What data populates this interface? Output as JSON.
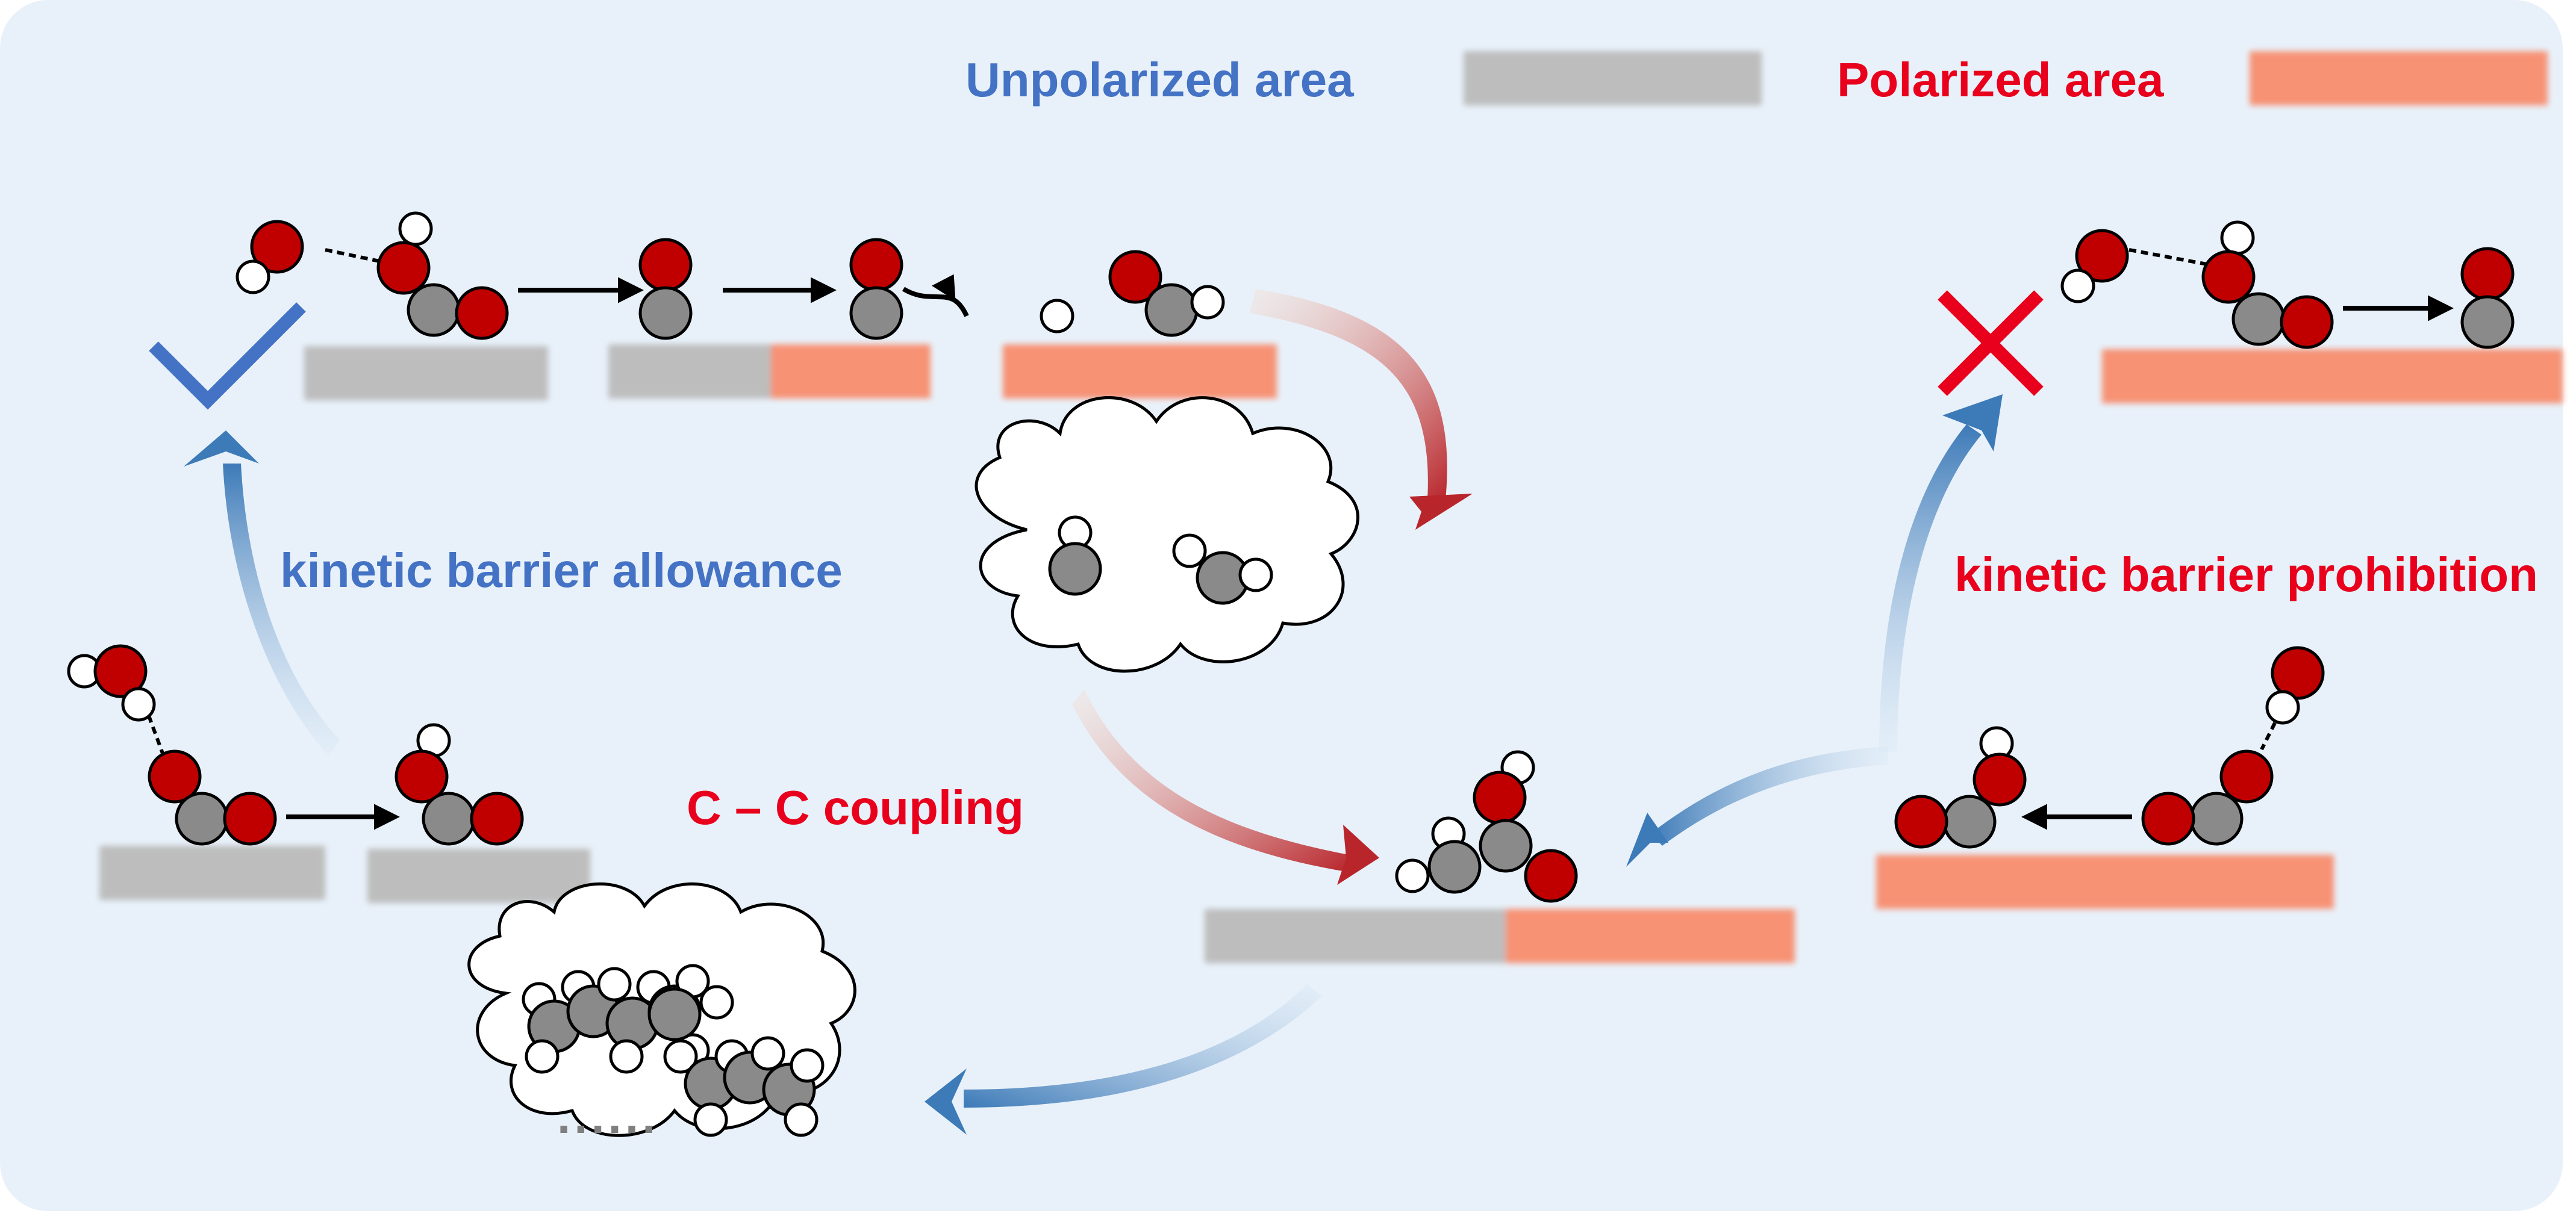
{
  "legend": {
    "unpolarized_label": "Unpolarized area",
    "polarized_label": "Polarized area"
  },
  "labels": {
    "allowance": "kinetic barrier allowance",
    "prohibition": "kinetic barrier prohibition",
    "coupling": "C – C coupling",
    "ellipsis": "......"
  },
  "colors": {
    "background_panel": "#e8f1fa",
    "unpolarized_surface": "#bdbdbd",
    "polarized_surface": "#f79274",
    "carbon": "#8a8a8a",
    "oxygen": "#c00000",
    "hydrogen": "#ffffff",
    "allowance_text": "#4472c4",
    "prohibition_text": "#e8001c",
    "blue_arrow": "#3d7ab8",
    "red_arrow": "#b8262c"
  },
  "icons": {
    "check": "checkmark-icon",
    "cross": "cross-icon",
    "cloud": "cloud-icon"
  }
}
